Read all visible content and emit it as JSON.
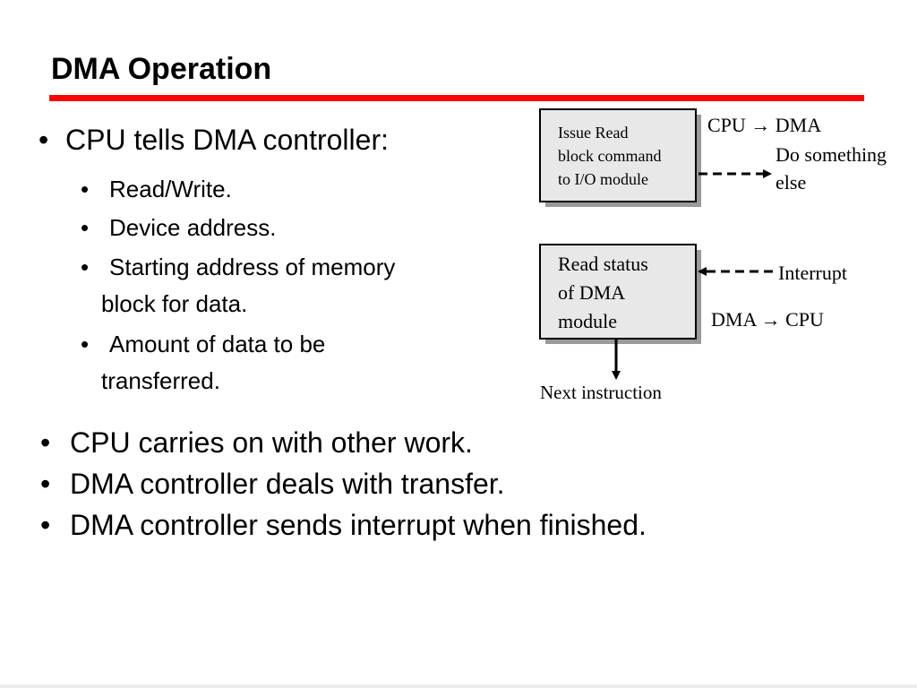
{
  "slide": {
    "title": "DMA Operation",
    "accent_color": "#ff0000",
    "bullet_glyph": "•"
  },
  "intro": {
    "heading": "CPU tells DMA controller:",
    "subitems": [
      {
        "lines": [
          "Read/Write."
        ]
      },
      {
        "lines": [
          "Device address."
        ]
      },
      {
        "lines": [
          "Starting address of memory",
          "block for data."
        ]
      },
      {
        "lines": [
          "Amount of data to be",
          "transferred."
        ]
      }
    ]
  },
  "diagram": {
    "box1_lines": [
      "Issue Read",
      "block command",
      "to I/O module"
    ],
    "box2_lines": [
      "Read status",
      "of DMA",
      "module"
    ],
    "cpu_to_dma": "CPU → DMA",
    "do_something_lines": [
      "Do something",
      "else"
    ],
    "interrupt": "Interrupt",
    "dma_to_cpu": "DMA → CPU",
    "next_instruction": "Next instruction"
  },
  "summary": [
    "CPU carries on with other work.",
    "DMA controller deals with transfer.",
    "DMA controller sends interrupt when finished."
  ]
}
